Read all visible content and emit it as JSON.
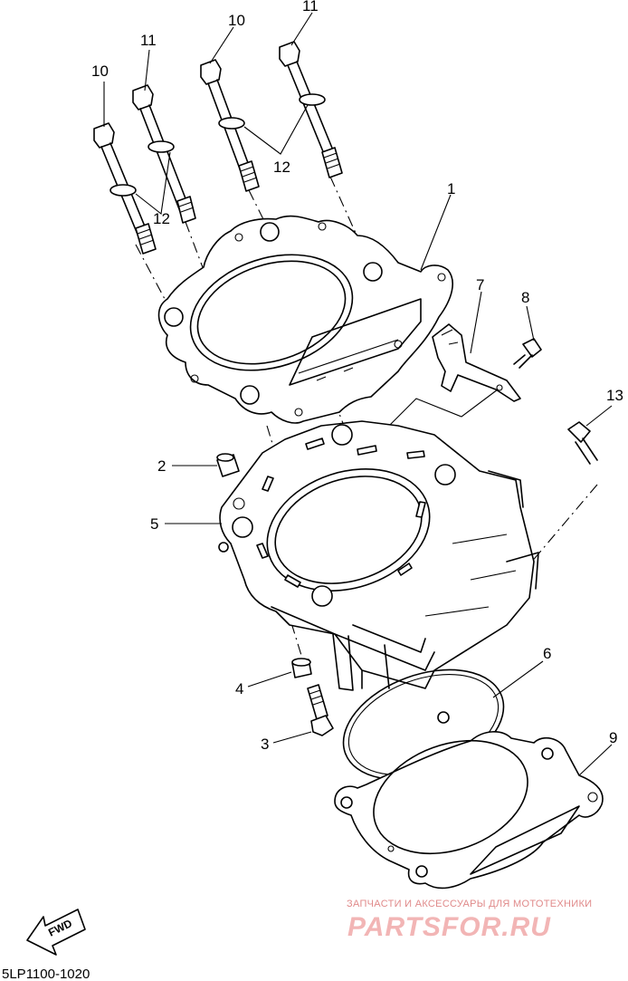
{
  "callouts": {
    "c1": "1",
    "c2": "2",
    "c3": "3",
    "c4": "4",
    "c5": "5",
    "c6": "6",
    "c7": "7",
    "c8": "8",
    "c9": "9",
    "c10a": "10",
    "c10b": "10",
    "c11a": "11",
    "c11b": "11",
    "c12a": "12",
    "c12b": "12",
    "c13": "13"
  },
  "fwd_label": "FWD",
  "diagram_code": "5LP1100-1020",
  "watermark": {
    "tagline": "ЗАПЧАСТИ И АКСЕССУАРЫ ДЛЯ МОТОТЕХНИКИ",
    "brand": "PARTSFOR.RU"
  }
}
